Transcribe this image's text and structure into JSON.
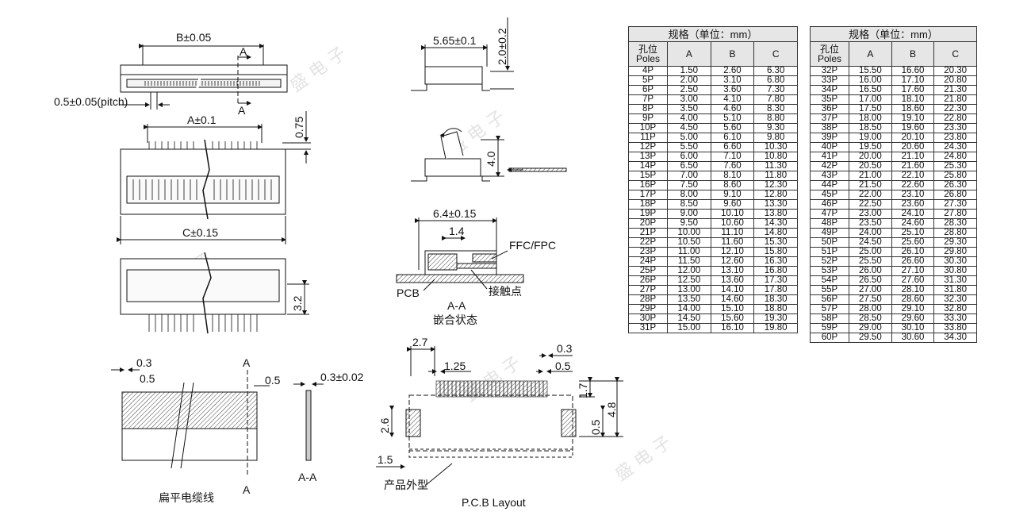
{
  "drawing": {
    "dim_b": "B±0.05",
    "dim_pitch": "0.5±0.05(pitch)",
    "section_a": "A",
    "dim_a": "A±0.1",
    "dim_075": "0.75",
    "dim_c": "C±0.15",
    "dim_32": "3.2",
    "dim_565": "5.65±0.1",
    "dim_20": "2.0±0.2",
    "dim_40": "4.0",
    "dim_64": "6.4±0.15",
    "dim_14": "1.4",
    "label_ffc": "FFC/FPC",
    "label_pcb": "PCB",
    "label_contact": "接触点",
    "label_aa": "A-A",
    "label_mated": "嵌合状态",
    "dim_03": "0.3",
    "dim_05": "0.5",
    "dim_03_002": "0.3±0.02",
    "label_cable": "扁平电缆线",
    "dim_27": "2.7",
    "dim_125": "1.25",
    "dim_17": "1.7",
    "dim_48": "4.8",
    "dim_26": "2.6",
    "dim_15": "1.5",
    "label_outline": "产品外型",
    "label_pcb_layout": "P.C.B Layout"
  },
  "spec_table": {
    "caption": "规格（单位：mm）",
    "header_poles_cn": "孔位",
    "header_poles_en": "Poles",
    "header_a": "A",
    "header_b": "B",
    "header_c": "C",
    "left_rows": [
      [
        "4P",
        "1.50",
        "2.60",
        "6.30"
      ],
      [
        "5P",
        "2.00",
        "3.10",
        "6.80"
      ],
      [
        "6P",
        "2.50",
        "3.60",
        "7.30"
      ],
      [
        "7P",
        "3.00",
        "4.10",
        "7.80"
      ],
      [
        "8P",
        "3.50",
        "4.60",
        "8.30"
      ],
      [
        "9P",
        "4.00",
        "5.10",
        "8.80"
      ],
      [
        "10P",
        "4.50",
        "5.60",
        "9.30"
      ],
      [
        "11P",
        "5.00",
        "6.10",
        "9.80"
      ],
      [
        "12P",
        "5.50",
        "6.60",
        "10.30"
      ],
      [
        "13P",
        "6.00",
        "7.10",
        "10.80"
      ],
      [
        "14P",
        "6.50",
        "7.60",
        "11.30"
      ],
      [
        "15P",
        "7.00",
        "8.10",
        "11.80"
      ],
      [
        "16P",
        "7.50",
        "8.60",
        "12.30"
      ],
      [
        "17P",
        "8.00",
        "9.10",
        "12.80"
      ],
      [
        "18P",
        "8.50",
        "9.60",
        "13.30"
      ],
      [
        "19P",
        "9.00",
        "10.10",
        "13.80"
      ],
      [
        "20P",
        "9.50",
        "10.60",
        "14.30"
      ],
      [
        "21P",
        "10.00",
        "11.10",
        "14.80"
      ],
      [
        "22P",
        "10.50",
        "11.60",
        "15.30"
      ],
      [
        "23P",
        "11.00",
        "12.10",
        "15.80"
      ],
      [
        "24P",
        "11.50",
        "12.60",
        "16.30"
      ],
      [
        "25P",
        "12.00",
        "13.10",
        "16.80"
      ],
      [
        "26P",
        "12.50",
        "13.60",
        "17.30"
      ],
      [
        "27P",
        "13.00",
        "14.10",
        "17.80"
      ],
      [
        "28P",
        "13.50",
        "14.60",
        "18.30"
      ],
      [
        "29P",
        "14.00",
        "15.10",
        "18.80"
      ],
      [
        "30P",
        "14.50",
        "15.60",
        "19.30"
      ],
      [
        "31P",
        "15.00",
        "16.10",
        "19.80"
      ]
    ],
    "right_rows": [
      [
        "32P",
        "15.50",
        "16.60",
        "20.30"
      ],
      [
        "33P",
        "16.00",
        "17.10",
        "20.80"
      ],
      [
        "34P",
        "16.50",
        "17.60",
        "21.30"
      ],
      [
        "35P",
        "17.00",
        "18.10",
        "21.80"
      ],
      [
        "36P",
        "17.50",
        "18.60",
        "22.30"
      ],
      [
        "37P",
        "18.00",
        "19.10",
        "22.80"
      ],
      [
        "38P",
        "18.50",
        "19.60",
        "23.30"
      ],
      [
        "39P",
        "19.00",
        "20.10",
        "23.80"
      ],
      [
        "40P",
        "19.50",
        "20.60",
        "24.30"
      ],
      [
        "41P",
        "20.00",
        "21.10",
        "24.80"
      ],
      [
        "42P",
        "20.50",
        "21.60",
        "25.30"
      ],
      [
        "43P",
        "21.00",
        "22.10",
        "25.80"
      ],
      [
        "44P",
        "21.50",
        "22.60",
        "26.30"
      ],
      [
        "45P",
        "22.00",
        "23.10",
        "26.80"
      ],
      [
        "46P",
        "22.50",
        "23.60",
        "27.30"
      ],
      [
        "47P",
        "23.00",
        "24.10",
        "27.80"
      ],
      [
        "48P",
        "23.50",
        "24.60",
        "28.30"
      ],
      [
        "49P",
        "24.00",
        "25.10",
        "28.80"
      ],
      [
        "50P",
        "24.50",
        "25.60",
        "29.30"
      ],
      [
        "51P",
        "25.00",
        "26.10",
        "29.80"
      ],
      [
        "52P",
        "25.50",
        "26.60",
        "30.30"
      ],
      [
        "53P",
        "26.00",
        "27.10",
        "30.80"
      ],
      [
        "54P",
        "26.50",
        "27.60",
        "31.30"
      ],
      [
        "55P",
        "27.00",
        "28.10",
        "31.80"
      ],
      [
        "56P",
        "27.50",
        "28.60",
        "32.30"
      ],
      [
        "57P",
        "28.00",
        "29.10",
        "32.80"
      ],
      [
        "58P",
        "28.50",
        "29.60",
        "33.30"
      ],
      [
        "59P",
        "29.00",
        "30.10",
        "33.80"
      ],
      [
        "60P",
        "29.50",
        "30.60",
        "34.30"
      ]
    ]
  },
  "watermark": {
    "text": "盛 电 子"
  }
}
